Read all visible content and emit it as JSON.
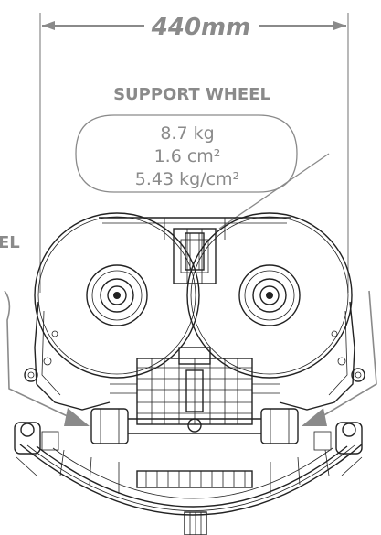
{
  "dimension": {
    "value_label": "440mm"
  },
  "support_wheel": {
    "title": "SUPPORT WHEEL",
    "stats": [
      "8.7 kg",
      "1.6 cm²",
      "5.43 kg/cm²"
    ]
  },
  "side_label_left": "EL",
  "colors": {
    "annotation_gray": "#8a8a8a",
    "line": "#222222"
  }
}
